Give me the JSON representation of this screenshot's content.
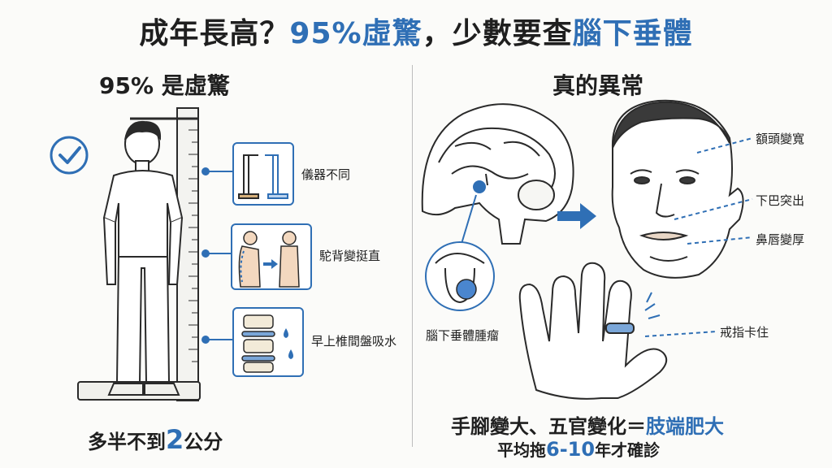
{
  "title": {
    "part1": "成年長高？",
    "part2": "95%虛驚",
    "part3": "，少數要查",
    "part4": "腦下垂體"
  },
  "left": {
    "heading": "95% 是虛驚",
    "items": [
      {
        "label": "儀器不同"
      },
      {
        "label": "駝背變挺直"
      },
      {
        "label": "早上椎間盤吸水"
      }
    ],
    "bottom": {
      "prefix": "多半不到",
      "number": "2",
      "suffix": "公分"
    }
  },
  "right": {
    "heading": "真的異常",
    "tumor_label": "腦下垂體腫瘤",
    "face_labels": [
      "額頭變寬",
      "下巴突出",
      "鼻唇變厚"
    ],
    "ring_label": "戒指卡住",
    "bottom_line1": {
      "prefix": "手腳變大、五官變化＝",
      "highlight": "肢端肥大"
    },
    "bottom_line2": {
      "prefix": "平均拖",
      "number": "6-10",
      "suffix": "年才確診"
    }
  },
  "colors": {
    "accent": "#2f6fb5",
    "line": "#2a2a2a"
  }
}
